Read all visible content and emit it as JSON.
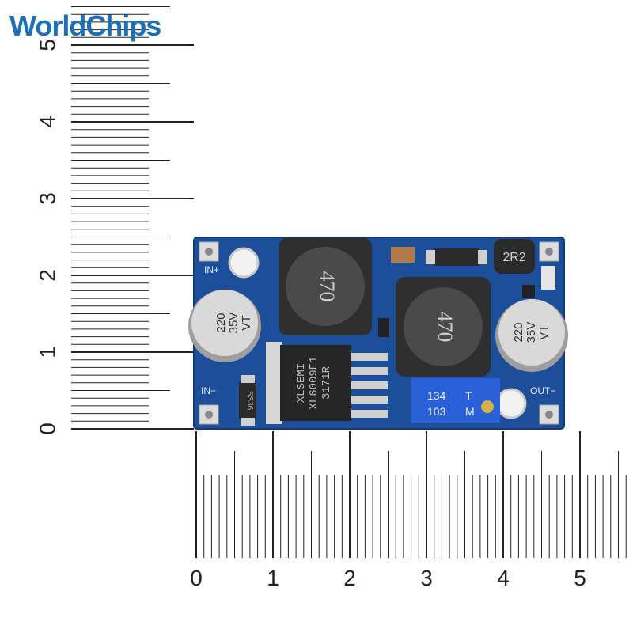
{
  "brand": {
    "text_world": "World",
    "text_chips": "Chips",
    "colors": {
      "blue": "#1f6fb5",
      "red": "#e01b24"
    }
  },
  "ruler_vertical": {
    "labels": [
      "5",
      "4",
      "3",
      "2",
      "1",
      "0"
    ],
    "unit": "cm"
  },
  "ruler_horizontal": {
    "labels": [
      "0",
      "1",
      "2",
      "3",
      "4",
      "5"
    ],
    "unit": "cm"
  },
  "board": {
    "pcb_color": "#1b4f9c",
    "silkscreen": {
      "in_plus": "IN+",
      "in_minus": "IN−",
      "out_minus": "OUT−"
    },
    "inductor_left": {
      "label": "470"
    },
    "inductor_right": {
      "label": "470"
    },
    "small_inductor": {
      "label": "2R2"
    },
    "cap_left": {
      "line1": "220",
      "line2": "35V",
      "line3": "VT"
    },
    "cap_right": {
      "line1": "220",
      "line2": "35V",
      "line3": "VT"
    },
    "ic": {
      "line1": "XLSEMI",
      "line2": "XL6009E1",
      "line3": "3171R"
    },
    "trimmer": {
      "line1": "134",
      "line2": "103",
      "line3": "T",
      "line4": "M"
    },
    "diode": {
      "label": "SS36"
    }
  }
}
